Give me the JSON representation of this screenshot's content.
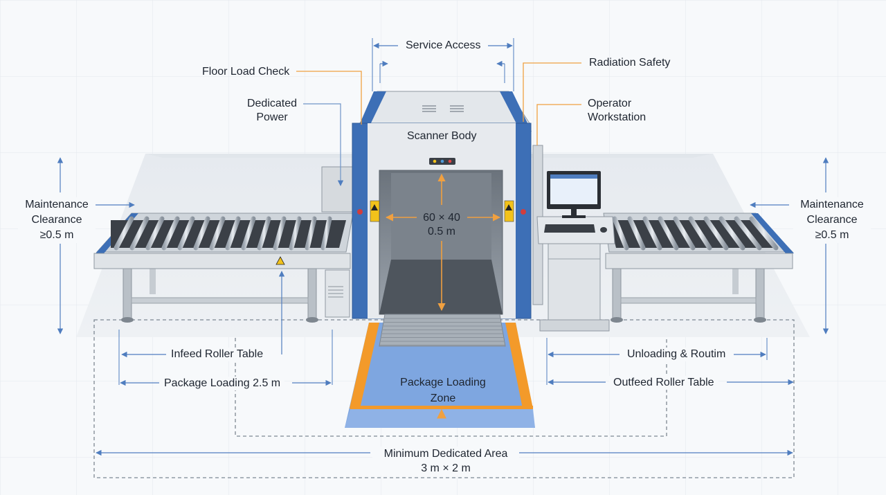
{
  "labels": {
    "service_access": "Service Access",
    "floor_load_check": "Floor Load Check",
    "radiation_safety": "Radiation Safety",
    "dedicated_power_1": "Dedicated",
    "dedicated_power_2": "Power",
    "operator_workstation_1": "Operator",
    "operator_workstation_2": "Workstation",
    "scanner_body": "Scanner Body",
    "tunnel_size_1": "60 × 40",
    "tunnel_size_2": "0.5 m",
    "maint_left_1": "Maintenance",
    "maint_left_2": "Clearance",
    "maint_left_3": "≥0.5 m",
    "maint_right_1": "Maintenance",
    "maint_right_2": "Clearance",
    "maint_right_3": "≥0.5 m",
    "infeed_roller_table": "Infeed Roller Table",
    "package_loading_dim": "Package Loading 2.5 m",
    "package_loading_zone_1": "Package Loading",
    "package_loading_zone_2": "Zone",
    "unloading": "Unloading & Routim",
    "outfeed_roller_table": "Outfeed Roller Table",
    "min_area_1": "Minimum Dedicated Area",
    "min_area_2": "3 m × 2 m"
  },
  "colors": {
    "scanner_blue": "#3d6fb6",
    "leader_orange": "#f0a040",
    "leader_blue": "#6f94c8",
    "zone_blue": "#6f9ad8",
    "zone_orange": "#f39a2a"
  },
  "icons": [
    "warning-icon",
    "monitor-icon",
    "keyboard-icon",
    "mouse-icon",
    "vent-icon"
  ]
}
